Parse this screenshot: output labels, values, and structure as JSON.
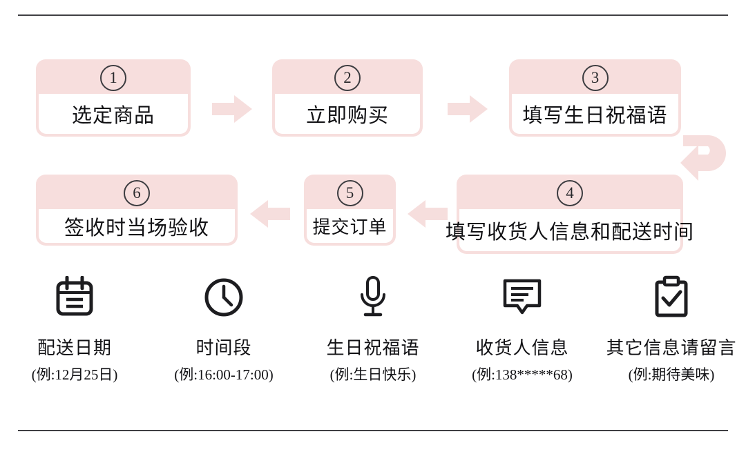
{
  "theme": {
    "pink_fill": "#f7dedd",
    "arrow_pink": "#f6dedd",
    "rule_color": "#3f3f43",
    "text_color": "#121215"
  },
  "dividers": {
    "top": "horizontal-rule",
    "bottom": "horizontal-rule"
  },
  "flow": {
    "steps": [
      {
        "number": "①",
        "num_plain": "1",
        "label": "选定商品"
      },
      {
        "number": "②",
        "num_plain": "2",
        "label": "立即购买"
      },
      {
        "number": "③",
        "num_plain": "3",
        "label": "填写生日祝福语"
      },
      {
        "number": "④",
        "num_plain": "4",
        "label": "填写收货人信息和配送时间"
      },
      {
        "number": "⑤",
        "num_plain": "5",
        "label": "提交订单"
      },
      {
        "number": "⑥",
        "num_plain": "6",
        "label": "签收时当场验收"
      }
    ],
    "connectors": [
      {
        "name": "arrow-step1-to-step2",
        "direction": "right"
      },
      {
        "name": "arrow-step2-to-step3",
        "direction": "right"
      },
      {
        "name": "arrow-step3-to-step4",
        "direction": "u-turn-left"
      },
      {
        "name": "arrow-step4-to-step5",
        "direction": "left"
      },
      {
        "name": "arrow-step5-to-step6",
        "direction": "left"
      }
    ]
  },
  "info_items": [
    {
      "icon": "calendar-icon",
      "title": "配送日期",
      "example": "(例:12月25日)"
    },
    {
      "icon": "clock-icon",
      "title": "时间段",
      "example": "(例:16:00-17:00)"
    },
    {
      "icon": "microphone-icon",
      "title": "生日祝福语",
      "example": "(例:生日快乐)"
    },
    {
      "icon": "message-note-icon",
      "title": "收货人信息",
      "example": "(例:138*****68)"
    },
    {
      "icon": "clipboard-check-icon",
      "title": "其它信息请留言",
      "example": "(例:期待美味)"
    }
  ]
}
